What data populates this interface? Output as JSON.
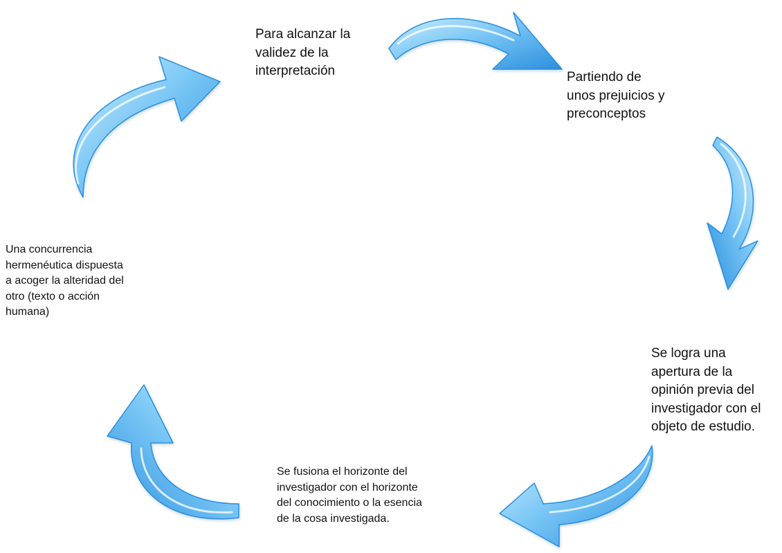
{
  "cycle": {
    "steps": [
      {
        "id": "top",
        "lines": [
          "Para alcanzar la",
          "validez de la",
          "interpretación"
        ]
      },
      {
        "id": "right",
        "lines": [
          "Partiendo de",
          "unos prejuicios y",
          "preconceptos"
        ]
      },
      {
        "id": "bottom-right",
        "lines": [
          "Se logra una",
          "apertura de la",
          "opinión previa del",
          "investigador con el",
          "objeto de estudio."
        ]
      },
      {
        "id": "bottom",
        "lines": [
          "Se fusiona el horizonte del",
          "investigador con el horizonte",
          "del conocimiento o la esencia",
          "de la cosa investigada."
        ]
      },
      {
        "id": "left",
        "lines": [
          "Una concurrencia",
          "hermenéutica dispuesta",
          "a acoger la alteridad del",
          "otro (texto o acción",
          "humana)"
        ]
      }
    ]
  },
  "colors": {
    "arrow_light": "#cfeeff",
    "arrow_mid": "#5fbaf2",
    "arrow_dark": "#1f86d8",
    "text": "#111111"
  },
  "icons": [
    "curved-arrow-icon"
  ]
}
